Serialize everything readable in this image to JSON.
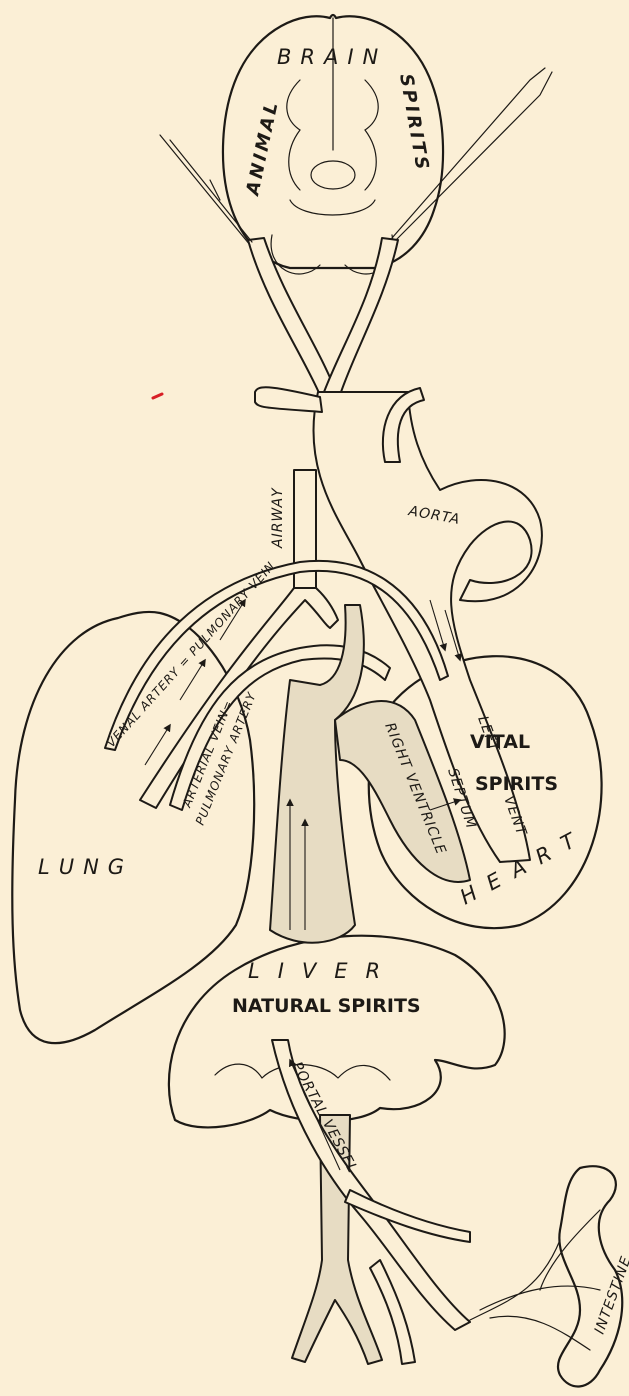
{
  "labels": {
    "brain": "BRAIN",
    "animal": "ANIMAL",
    "spirits_top": "SPIRITS",
    "airway": "AIRWAY",
    "aorta": "AORTA",
    "venal_artery": "VENAL ARTERY = PULMONARY VEIN",
    "arterial_vein": "ARTERIAL VEIN=",
    "pulmonary_artery": "PULMONARY ARTERY",
    "left": "LEFT",
    "vent": "VENT",
    "vital": "VITAL",
    "spirits_vital": "SPIRITS",
    "right_ventricle": "RIGHT VENTRICLE",
    "septum": "SEPTUM",
    "lung": "LUNG",
    "heart": "HEART",
    "liver": "LIVER",
    "natural_spirits": "NATURAL SPIRITS",
    "portal_vessel": "PORTAL VESSEL",
    "intestine": "INTESTINE"
  },
  "colors": {
    "paper": "#fbefd6",
    "ink": "#1d1a16",
    "stipple": "#e7dcc3",
    "mark": "#d81f26"
  }
}
